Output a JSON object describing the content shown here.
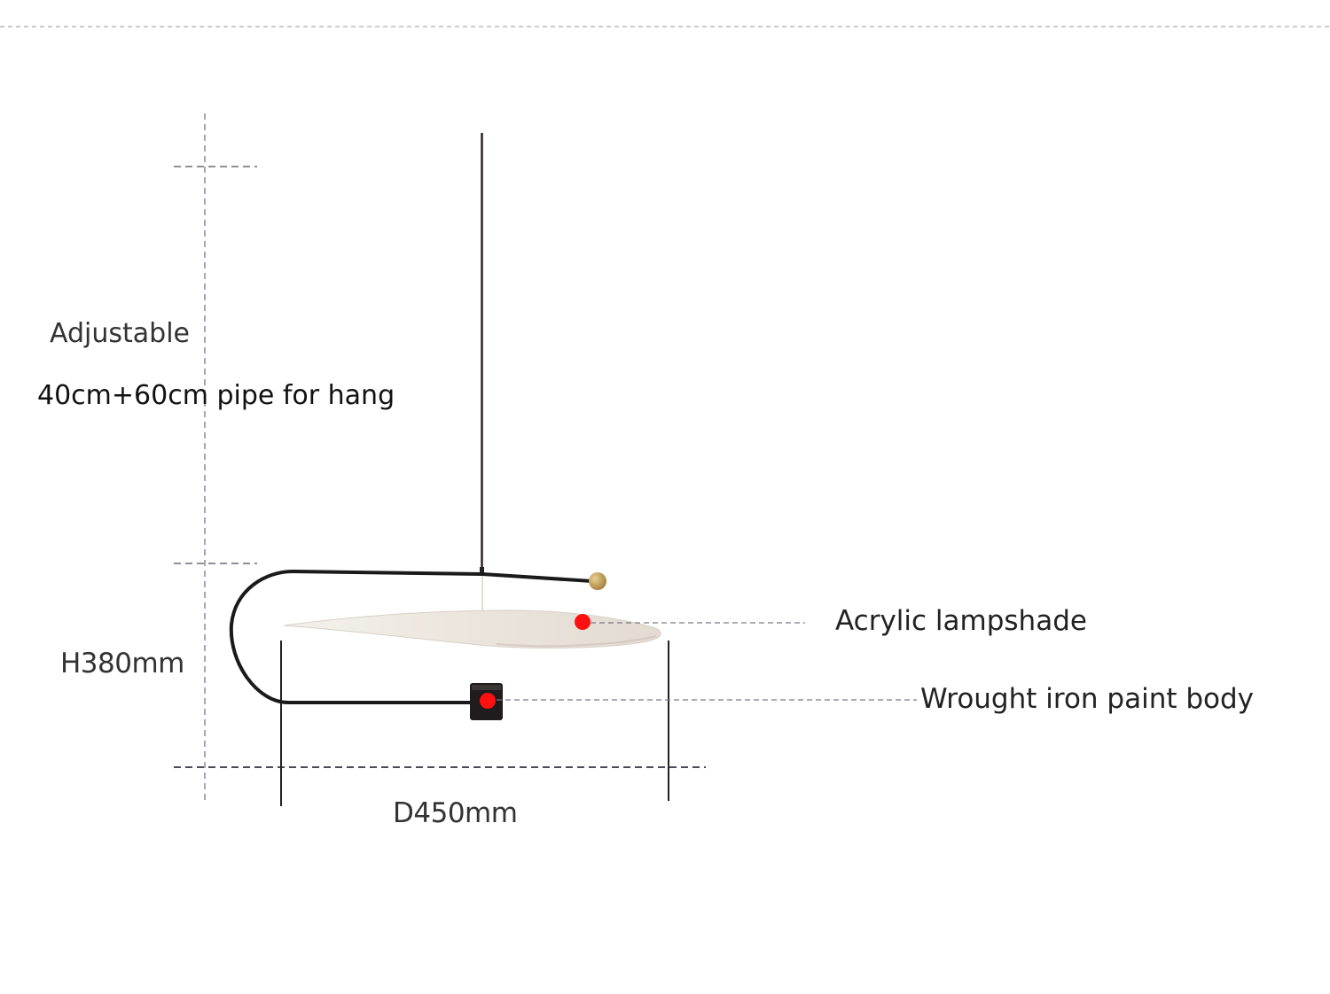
{
  "labels": {
    "adjustable": "Adjustable",
    "pipe": "40cm+60cm pipe for hang",
    "height": "H380mm",
    "diameter": "D450mm",
    "lampshade": "Acrylic lampshade",
    "body": "Wrought iron paint body"
  },
  "colors": {
    "marker": "#ff1010",
    "wire": "#1a1a1a",
    "dimension_line": "#8a8a9a",
    "brass": "#c9a45a",
    "shade": "#efeae4"
  }
}
